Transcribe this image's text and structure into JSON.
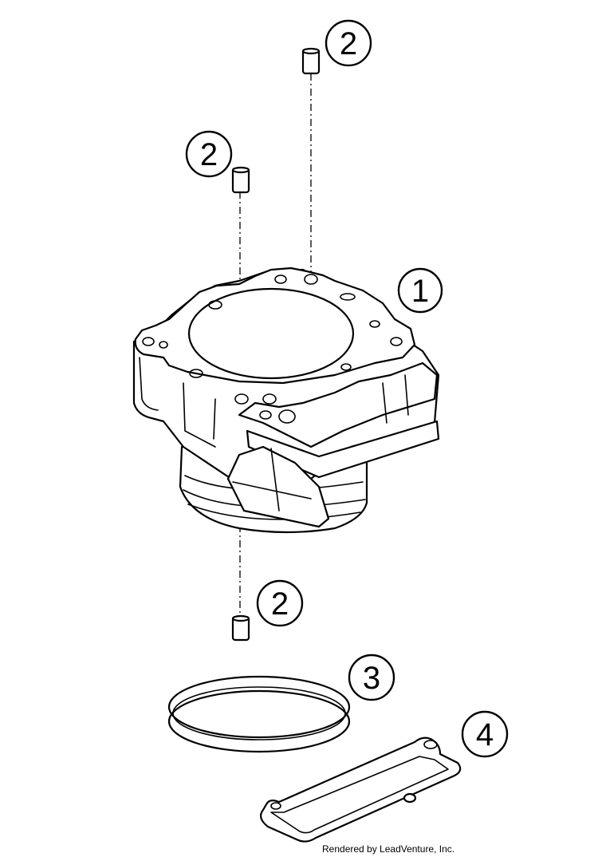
{
  "callouts": [
    {
      "id": "cylinder",
      "label": "1"
    },
    {
      "id": "dowel-top-right",
      "label": "2"
    },
    {
      "id": "dowel-top-left",
      "label": "2"
    },
    {
      "id": "dowel-bottom",
      "label": "2"
    },
    {
      "id": "o-ring",
      "label": "3"
    },
    {
      "id": "gasket",
      "label": "4"
    }
  ],
  "footer": {
    "text": "Rendered by LeadVenture, Inc."
  }
}
